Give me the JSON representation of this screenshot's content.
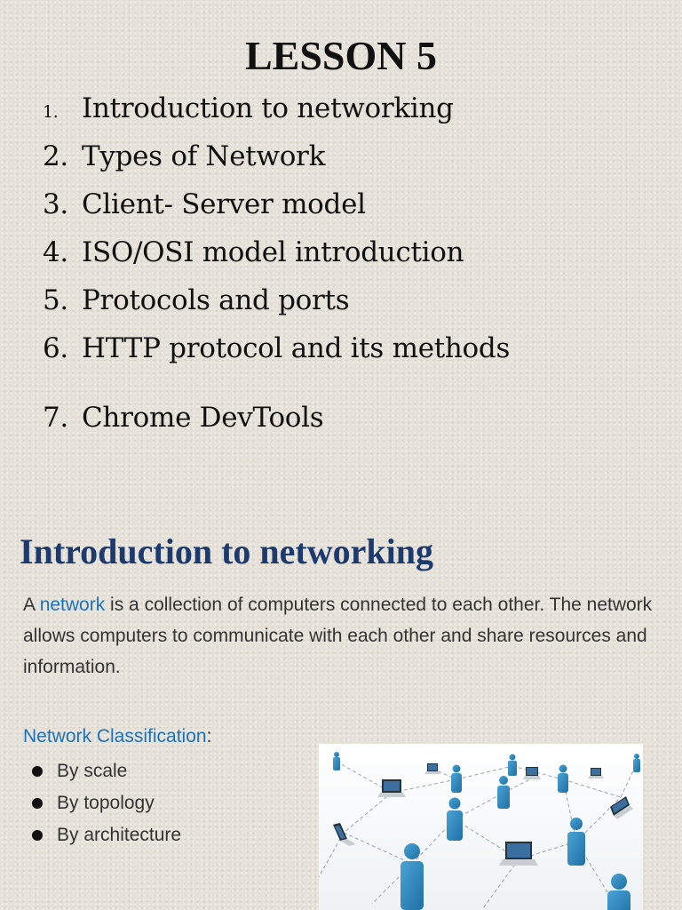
{
  "slide1": {
    "title": "LESSON 5",
    "items": [
      {
        "num": "1.",
        "text": "Introduction to networking"
      },
      {
        "num": "2.",
        "text": "Types of Network"
      },
      {
        "num": "3.",
        "text": "Client- Server model"
      },
      {
        "num": "4.",
        "text": "ISO/OSI model introduction"
      },
      {
        "num": "5.",
        "text": "Protocols and ports"
      },
      {
        "num": "6.",
        "text": "HTTP protocol and its methods"
      },
      {
        "num": "7.",
        "text": "Chrome DevTools"
      }
    ]
  },
  "slide2": {
    "title": "Introduction to networking",
    "para_prefix": "A ",
    "para_term": "network",
    "para_rest": " is a collection of computers connected to each other. The network allows computers to communicate with each other and share resources and information.",
    "classification_label": "Network Classification",
    "classification_colon": ":",
    "bullets": [
      "By scale",
      "By topology",
      "By architecture"
    ],
    "image_icon": "network-people-laptops-illustration",
    "accent_color": "#1e73b8",
    "title_color": "#1c3a6e"
  }
}
